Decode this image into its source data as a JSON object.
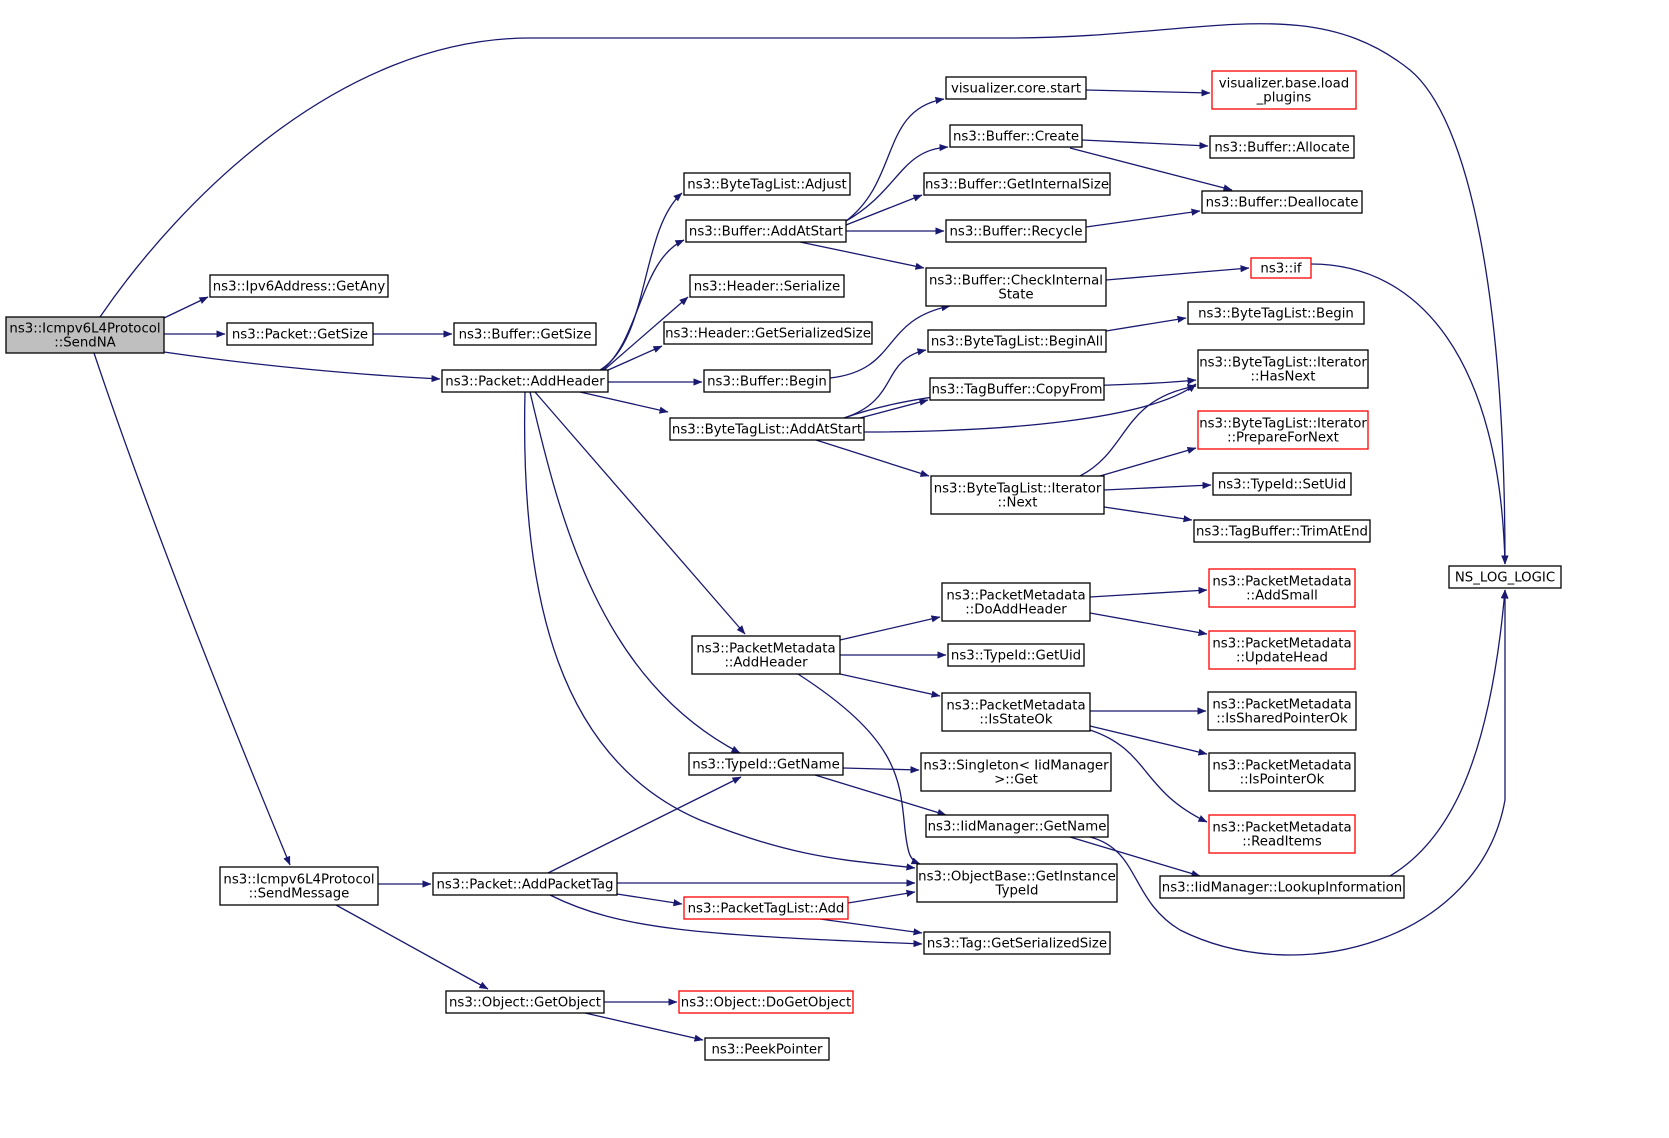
{
  "diagram": {
    "type": "call-graph",
    "nodes": [
      {
        "id": "sendna",
        "lines": [
          "ns3::Icmpv6L4Protocol",
          "::SendNA"
        ],
        "style": "root"
      },
      {
        "id": "ipv6any",
        "lines": [
          "ns3::Ipv6Address::GetAny"
        ]
      },
      {
        "id": "pktgetsize",
        "lines": [
          "ns3::Packet::GetSize"
        ]
      },
      {
        "id": "bufgetsize",
        "lines": [
          "ns3::Buffer::GetSize"
        ]
      },
      {
        "id": "addheader",
        "lines": [
          "ns3::Packet::AddHeader"
        ]
      },
      {
        "id": "btladjust",
        "lines": [
          "ns3::ByteTagList::Adjust"
        ]
      },
      {
        "id": "bufaddatstart",
        "lines": [
          "ns3::Buffer::AddAtStart"
        ]
      },
      {
        "id": "hdrserialize",
        "lines": [
          "ns3::Header::Serialize"
        ]
      },
      {
        "id": "hdrgetsersize",
        "lines": [
          "ns3::Header::GetSerializedSize"
        ]
      },
      {
        "id": "bufbegin",
        "lines": [
          "ns3::Buffer::Begin"
        ]
      },
      {
        "id": "btladdatstart",
        "lines": [
          "ns3::ByteTagList::AddAtStart"
        ]
      },
      {
        "id": "vizstart",
        "lines": [
          "visualizer.core.start"
        ]
      },
      {
        "id": "vizload",
        "lines": [
          "visualizer.base.load",
          "_plugins"
        ],
        "style": "red"
      },
      {
        "id": "bufcreate",
        "lines": [
          "ns3::Buffer::Create"
        ]
      },
      {
        "id": "bufallocate",
        "lines": [
          "ns3::Buffer::Allocate"
        ]
      },
      {
        "id": "bufgetinternal",
        "lines": [
          "ns3::Buffer::GetInternalSize"
        ]
      },
      {
        "id": "bufdealloc",
        "lines": [
          "ns3::Buffer::Deallocate"
        ]
      },
      {
        "id": "bufrecycle",
        "lines": [
          "ns3::Buffer::Recycle"
        ]
      },
      {
        "id": "bufcheck",
        "lines": [
          "ns3::Buffer::CheckInternal",
          "State"
        ]
      },
      {
        "id": "ns3if",
        "lines": [
          "ns3::if"
        ],
        "style": "red"
      },
      {
        "id": "btlbeginall",
        "lines": [
          "ns3::ByteTagList::BeginAll"
        ]
      },
      {
        "id": "btlbegin",
        "lines": [
          "ns3::ByteTagList::Begin"
        ]
      },
      {
        "id": "tbcopyfrom",
        "lines": [
          "ns3::TagBuffer::CopyFrom"
        ]
      },
      {
        "id": "ithasnext",
        "lines": [
          "ns3::ByteTagList::Iterator",
          "::HasNext"
        ]
      },
      {
        "id": "itprepare",
        "lines": [
          "ns3::ByteTagList::Iterator",
          "::PrepareForNext"
        ],
        "style": "red"
      },
      {
        "id": "itnext",
        "lines": [
          "ns3::ByteTagList::Iterator",
          "::Next"
        ]
      },
      {
        "id": "tidsetuid",
        "lines": [
          "ns3::TypeId::SetUid"
        ]
      },
      {
        "id": "tbtrim",
        "lines": [
          "ns3::TagBuffer::TrimAtEnd"
        ]
      },
      {
        "id": "nslog",
        "lines": [
          "NS_LOG_LOGIC"
        ]
      },
      {
        "id": "pmdoaddheader",
        "lines": [
          "ns3::PacketMetadata",
          "::DoAddHeader"
        ]
      },
      {
        "id": "pmaddsmall",
        "lines": [
          "ns3::PacketMetadata",
          "::AddSmall"
        ],
        "style": "red"
      },
      {
        "id": "pmaddheader",
        "lines": [
          "ns3::PacketMetadata",
          "::AddHeader"
        ]
      },
      {
        "id": "tidgetuid",
        "lines": [
          "ns3::TypeId::GetUid"
        ]
      },
      {
        "id": "pmupdatehead",
        "lines": [
          "ns3::PacketMetadata",
          "::UpdateHead"
        ],
        "style": "red"
      },
      {
        "id": "pmisstateok",
        "lines": [
          "ns3::PacketMetadata",
          "::IsStateOk"
        ]
      },
      {
        "id": "pmissharedok",
        "lines": [
          "ns3::PacketMetadata",
          "::IsSharedPointerOk"
        ]
      },
      {
        "id": "tidgetname",
        "lines": [
          "ns3::TypeId::GetName"
        ]
      },
      {
        "id": "singletonget",
        "lines": [
          "ns3::Singleton< IidManager",
          " >::Get"
        ]
      },
      {
        "id": "pmispointerok",
        "lines": [
          "ns3::PacketMetadata",
          "::IsPointerOk"
        ]
      },
      {
        "id": "iidgetname",
        "lines": [
          "ns3::IidManager::GetName"
        ]
      },
      {
        "id": "pmreaditems",
        "lines": [
          "ns3::PacketMetadata",
          "::ReadItems"
        ],
        "style": "red"
      },
      {
        "id": "sendmessage",
        "lines": [
          "ns3::Icmpv6L4Protocol",
          "::SendMessage"
        ]
      },
      {
        "id": "addpackettag",
        "lines": [
          "ns3::Packet::AddPacketTag"
        ]
      },
      {
        "id": "objbasegetinst",
        "lines": [
          "ns3::ObjectBase::GetInstance",
          "TypeId"
        ]
      },
      {
        "id": "iidlookup",
        "lines": [
          "ns3::IidManager::LookupInformation"
        ]
      },
      {
        "id": "ptladd",
        "lines": [
          "ns3::PacketTagList::Add"
        ],
        "style": "red"
      },
      {
        "id": "taggetsersize",
        "lines": [
          "ns3::Tag::GetSerializedSize"
        ]
      },
      {
        "id": "objgetobject",
        "lines": [
          "ns3::Object::GetObject"
        ]
      },
      {
        "id": "objdogetobject",
        "lines": [
          "ns3::Object::DoGetObject"
        ],
        "style": "red"
      },
      {
        "id": "peekpointer",
        "lines": [
          "ns3::PeekPointer"
        ]
      }
    ]
  }
}
